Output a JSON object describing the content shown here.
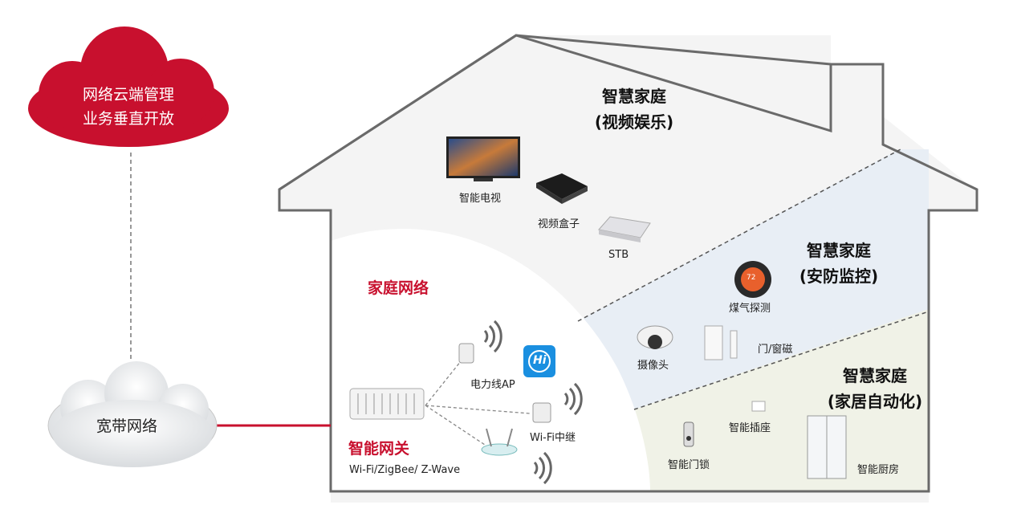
{
  "cloud": {
    "line1": "网络云端管理",
    "line2": "业务垂直开放",
    "color": "#c8102e"
  },
  "broadband": {
    "label": "宽带网络"
  },
  "home_network": {
    "title": "家庭网络",
    "gateway_title": "智能网关",
    "gateway_protocols": "Wi-Fi/ZigBee/ Z-Wave",
    "plc_ap": "电力线AP",
    "wifi_repeater": "Wi-Fi中继",
    "hi_badge": "Hi"
  },
  "entertainment": {
    "title1": "智慧家庭",
    "title2": "(视频娱乐)",
    "tv": "智能电视",
    "box": "视频盒子",
    "stb": "STB"
  },
  "security": {
    "title1": "智慧家庭",
    "title2": "(安防监控)",
    "gas": "煤气探测",
    "gas_value": "72",
    "camera": "摄像头",
    "door_sensor": "门/窗磁"
  },
  "automation": {
    "title1": "智慧家庭",
    "title2": "(家居自动化)",
    "socket": "智能插座",
    "lock": "智能门锁",
    "kitchen": "智能厨房"
  }
}
